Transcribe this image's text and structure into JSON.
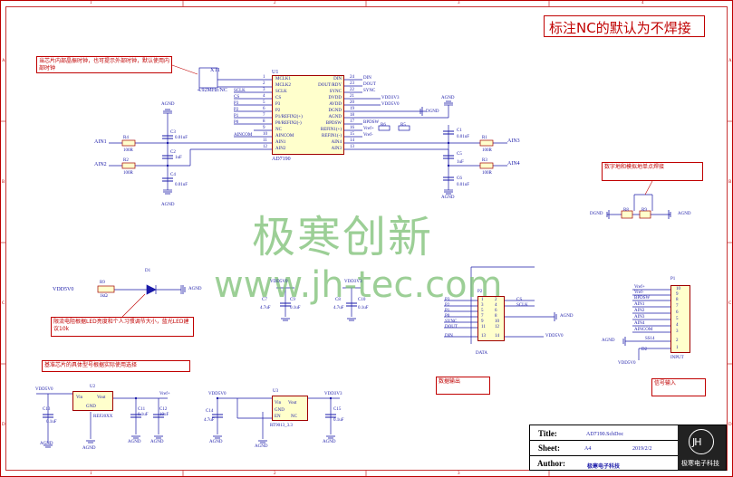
{
  "frame": {
    "cols": [
      "1",
      "2",
      "3",
      "4"
    ],
    "rows": [
      "A",
      "B",
      "C",
      "D"
    ]
  },
  "header_note": "标注NC的默认为不焊接",
  "notes": {
    "crystal": "当芯片内部晶振时钟，也可提示外部时钟，默认使用内部时钟",
    "solder_select": "数字地和模拟地单点焊接",
    "led_current": "限流电阻根据LED亮度和个人习惯调节大小，蓝光LED建议10k",
    "ref_chip": "基准芯片的具体型号根据实际使用选择",
    "data_output": "数据输出",
    "signal_input": "信号输入"
  },
  "watermark": {
    "cn": "极寒创新",
    "url": "www.jh-tec.com"
  },
  "u1": {
    "ref": "U1",
    "part": "AD7190",
    "left_pins": [
      {
        "num": "1",
        "name": "MCLK1"
      },
      {
        "num": "2",
        "name": "MCLK2"
      },
      {
        "num": "3",
        "name": "SCLK"
      },
      {
        "num": "4",
        "name": "CS"
      },
      {
        "num": "5",
        "name": "P3"
      },
      {
        "num": "6",
        "name": "P2"
      },
      {
        "num": "7",
        "name": "P1/REFIN2(+)"
      },
      {
        "num": "8",
        "name": "P0/REFIN2(-)"
      },
      {
        "num": "9",
        "name": "NC"
      },
      {
        "num": "10",
        "name": "AINCOM"
      },
      {
        "num": "11",
        "name": "AIN1"
      },
      {
        "num": "12",
        "name": "AIN2"
      }
    ],
    "right_pins": [
      {
        "num": "24",
        "name": "DIN"
      },
      {
        "num": "23",
        "name": "DOUT/RDY"
      },
      {
        "num": "22",
        "name": "SYNC"
      },
      {
        "num": "21",
        "name": "DVDD"
      },
      {
        "num": "20",
        "name": "AVDD"
      },
      {
        "num": "19",
        "name": "DGND"
      },
      {
        "num": "18",
        "name": "AGND"
      },
      {
        "num": "17",
        "name": "BPDSW"
      },
      {
        "num": "16",
        "name": "REFIN1(+)"
      },
      {
        "num": "15",
        "name": "REFIN1(-)"
      },
      {
        "num": "14",
        "name": "AIN4"
      },
      {
        "num": "13",
        "name": "AIN3"
      }
    ],
    "left_nets": [
      "SCLK",
      "CS",
      "P3",
      "P2",
      "P1",
      "P0",
      "AINCOM"
    ],
    "right_nets": [
      "DIN",
      "DOUT",
      "SYNC",
      "VDD3V3",
      "VDD5V0",
      "BPDSW",
      "Vref+",
      "Vref-"
    ]
  },
  "crystal": {
    "ref": "XT1",
    "value": "4.92MHz/NC"
  },
  "left_inputs": {
    "ain1": "AIN1",
    "ain2": "AIN2",
    "r4": "R4",
    "r4v": "100R",
    "r2": "R2",
    "r2v": "100R",
    "c3": "C3",
    "c3v": "0.01uF",
    "c2": "C2",
    "c2v": "1uF",
    "c4": "C4",
    "c4v": "0.01uF",
    "agnd": "AGND"
  },
  "right_inputs": {
    "in3": "AIN3",
    "in4": "AIN4",
    "r1": "R1",
    "r1v": "100R",
    "r3": "R3",
    "r3v": "100R",
    "c1": "C1",
    "c1v": "0.01uF",
    "c5": "C5",
    "c5v": "1uF",
    "c6": "C6",
    "c6v": "0.01uF",
    "dgnd": "DGND",
    "agnd": "AGND",
    "r6": "R6",
    "r5": "R5",
    "vref_p": "Vref+",
    "vref_m": "Vref-",
    "bpdsw": "BPDSW"
  },
  "solder": {
    "r8": "R8",
    "r9": "R9",
    "dgnd": "DGND",
    "agnd": "AGND"
  },
  "led": {
    "vdd": "VDD5V0",
    "r": "R9",
    "rv": "1kΩ",
    "d": "D1",
    "agnd": "AGND"
  },
  "decoupling": {
    "left_net": "VDD5V0",
    "right_net": "VDD3V3",
    "c7": "C7",
    "c7v": "4.7uF",
    "c9": "C9",
    "c9v": "0.1uF",
    "c8": "C8",
    "c8v": "4.7uF",
    "c10": "C10",
    "c10v": "0.1uF"
  },
  "data_conn": {
    "ref": "P2",
    "label": "DATA",
    "left": [
      "P3",
      "P2",
      "P1",
      "P0",
      "SYNC",
      "DOUT",
      "DIN"
    ],
    "right": [
      "CS",
      "SCLK",
      "",
      "",
      "",
      "",
      "VDD5V0"
    ],
    "pins_l": [
      "1",
      "3",
      "5",
      "7",
      "9",
      "11",
      "13"
    ],
    "pins_r": [
      "2",
      "4",
      "6",
      "8",
      "10",
      "12",
      "14"
    ],
    "agnd": "AGND",
    "vdd": "VDD5V0"
  },
  "input_conn": {
    "ref": "P1",
    "label": "INPUT",
    "nets": [
      "Vref+",
      "Vref-",
      "BPDSW",
      "AIN1",
      "AIN2",
      "AIN3",
      "AIN4",
      "AINCOM",
      "SS14",
      ""
    ],
    "pins": [
      "10",
      "9",
      "8",
      "7",
      "6",
      "5",
      "4",
      "3",
      "2",
      "1"
    ],
    "agnd": "AGND",
    "d2": "D2",
    "vdd": "VDD5V0"
  },
  "ref_circuit": {
    "vdd": "VDD5V0",
    "ref": "U2",
    "part": "REF20XX",
    "vin": "Vin",
    "vout": "Vout",
    "gnd": "GND",
    "c13": "C13",
    "c13v": "0.1uF",
    "c11": "C11",
    "c11v": "0.1uF",
    "c12": "C12",
    "c12v": "10uF",
    "vref": "Vref+",
    "agnd": "AGND"
  },
  "ldo": {
    "vdd_in": "VDD5V0",
    "vdd_out": "VDD3V3",
    "ref": "U3",
    "part": "RT9013_3.3",
    "vin": "Vin",
    "vout": "Vout",
    "gnd": "GND",
    "en": "EN",
    "nc": "NC",
    "c14": "C14",
    "c14v": "4.7uF",
    "c15": "C15",
    "c15v": "0.1uF",
    "agnd": "AGND"
  },
  "title_block": {
    "title_label": "Title:",
    "title": "AD7190.SchDoc",
    "sheet_label": "Sheet:",
    "size": "A4",
    "date": "2019/2/2",
    "author_label": "Author:",
    "author": "极寒电子科技",
    "logo_initials": "JH",
    "logo_text": "极寒电子科技"
  }
}
